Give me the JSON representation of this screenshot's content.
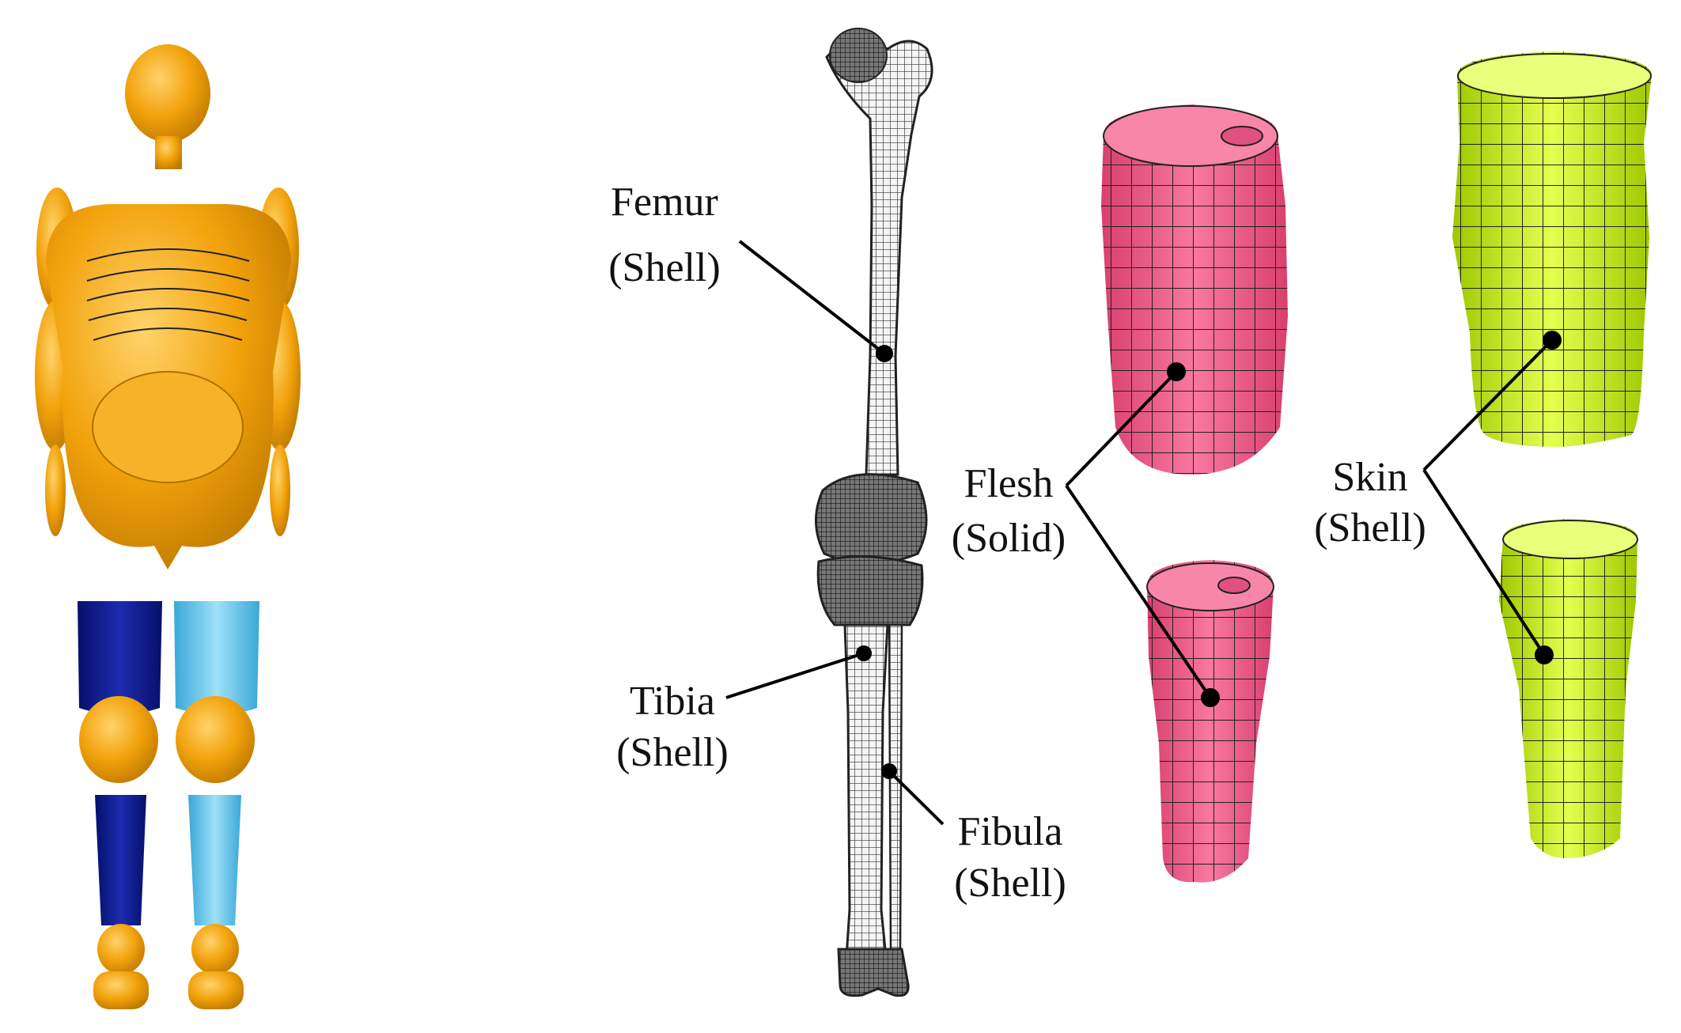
{
  "labels": {
    "femur": {
      "name": "Femur",
      "type": "(Shell)"
    },
    "tibia": {
      "name": "Tibia",
      "type": "(Shell)"
    },
    "fibula": {
      "name": "Fibula",
      "type": "(Shell)"
    },
    "flesh": {
      "name": "Flesh",
      "type": "(Solid)"
    },
    "skin": {
      "name": "Skin",
      "type": "(Shell)"
    }
  },
  "colors": {
    "dummy_body": "#f2a20c",
    "left_leg_dark_blue": "#0a1a8c",
    "right_leg_light_blue": "#5cc0e8",
    "flesh_mesh": "#f0608c",
    "skin_mesh": "#c8f020",
    "bone_mesh": "#555555"
  }
}
